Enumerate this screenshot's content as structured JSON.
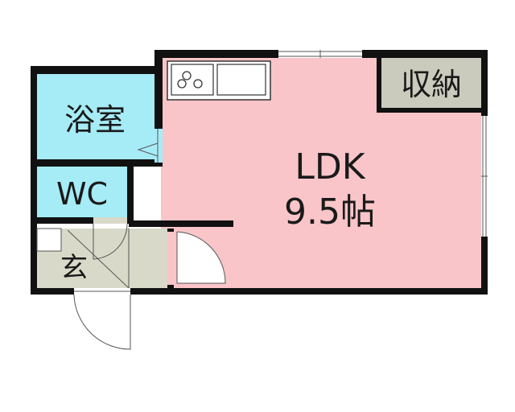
{
  "rooms": {
    "ldk": {
      "name": "LDK",
      "size": "9.5帖",
      "color": "#f9c5c8"
    },
    "bath": {
      "name": "浴室",
      "color": "#a6ecf6"
    },
    "wc": {
      "name": "WC",
      "color": "#a6ecf6"
    },
    "storage": {
      "name": "収納",
      "color": "#cbcbbd"
    },
    "entrance": {
      "name": "玄",
      "color": "#d9d9c9"
    }
  },
  "colors": {
    "wall": "#111111",
    "fixture": "#ffffff"
  }
}
